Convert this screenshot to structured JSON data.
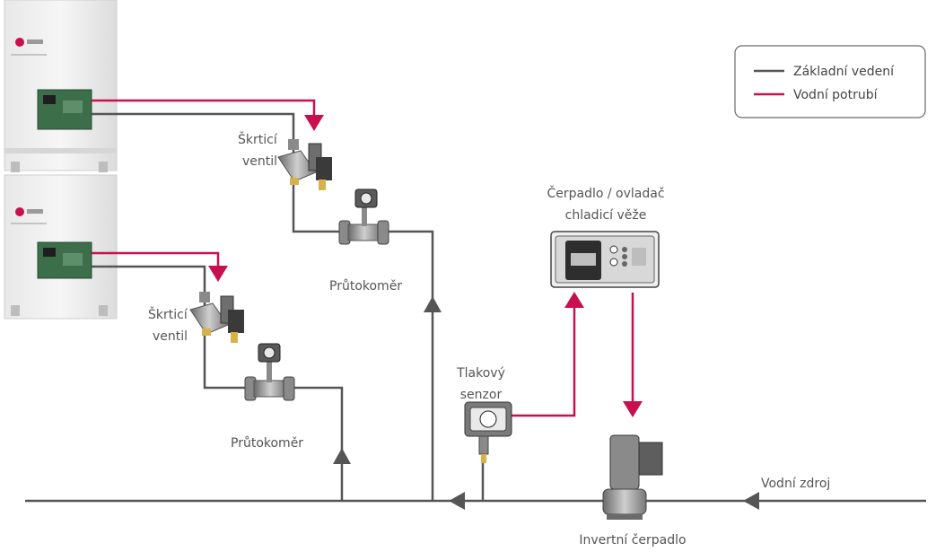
{
  "legend": {
    "items": [
      {
        "label": "Základní vedení",
        "color": "#555555"
      },
      {
        "label": "Vodní potrubí",
        "color": "#c8104f"
      }
    ]
  },
  "labels": {
    "valve_1_line1": "Škrticí",
    "valve_1_line2": "ventil",
    "valve_2_line1": "Škrticí",
    "valve_2_line2": "ventil",
    "flowmeter_1": "Průtokoměr",
    "flowmeter_2": "Průtokoměr",
    "controller_line1": "Čerpadlo / ovladač",
    "controller_line2": "chladicí věže",
    "pressure_line1": "Tlakový",
    "pressure_line2": "senzor",
    "water_source": "Vodní zdroj",
    "inverter_pump": "Invertní čerpadlo"
  },
  "colors": {
    "base_line": "#555555",
    "water_pipe": "#c8104f"
  },
  "icons": [
    "outdoor-unit-icon",
    "valve-icon",
    "flowmeter-icon",
    "controller-icon",
    "pressure-sensor-icon",
    "pump-icon"
  ]
}
